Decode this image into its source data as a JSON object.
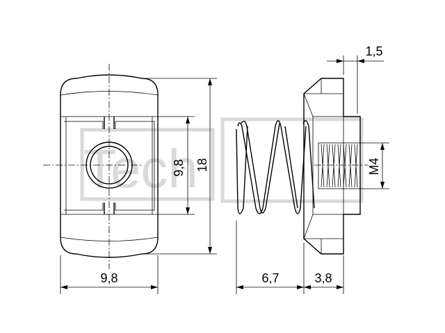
{
  "watermark": {
    "text": "TechXXL",
    "color": "#d9d9d9"
  },
  "dimensions": {
    "front_width": "9,8",
    "slot_height": "9,8",
    "total_height": "18",
    "spring_length": "6,7",
    "nut_thickness": "3,8",
    "chamfer": "1,5",
    "thread": "M4"
  }
}
